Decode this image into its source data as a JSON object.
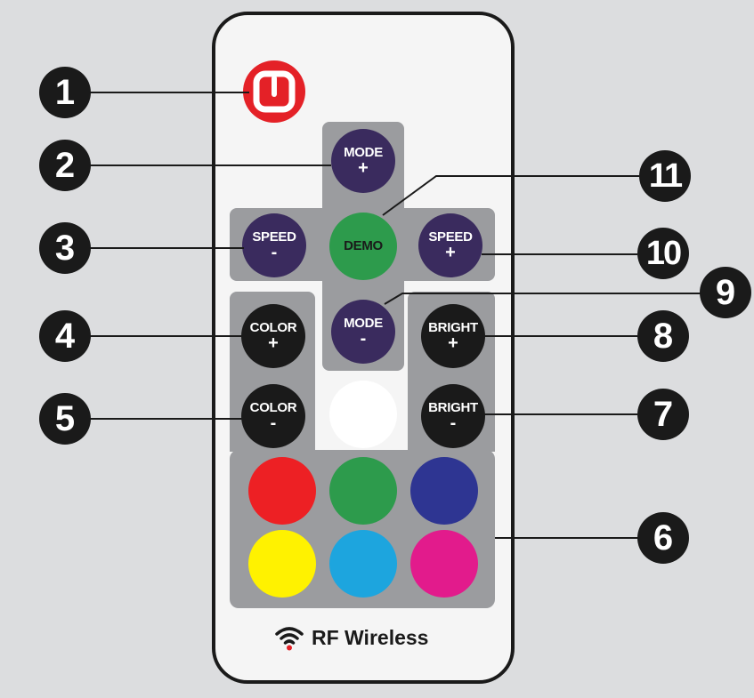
{
  "remote": {
    "power_button": {
      "icon": "power-icon",
      "color": "#e42127"
    },
    "buttons": {
      "mode_plus": {
        "line1": "MODE",
        "line2": "+",
        "color": "#3a2b5e"
      },
      "speed_minus": {
        "line1": "SPEED",
        "line2": "-",
        "color": "#3a2b5e"
      },
      "demo": {
        "line1": "DEMO",
        "line2": "",
        "color": "#2d9b4c"
      },
      "speed_plus": {
        "line1": "SPEED",
        "line2": "+",
        "color": "#3a2b5e"
      },
      "mode_minus": {
        "line1": "MODE",
        "line2": "-",
        "color": "#3a2b5e"
      },
      "color_plus": {
        "line1": "COLOR",
        "line2": "+",
        "color": "#1a1a1a"
      },
      "color_minus": {
        "line1": "COLOR",
        "line2": "-",
        "color": "#1a1a1a"
      },
      "bright_plus": {
        "line1": "BRIGHT",
        "line2": "+",
        "color": "#1a1a1a"
      },
      "bright_minus": {
        "line1": "BRIGHT",
        "line2": "-",
        "color": "#1a1a1a"
      }
    },
    "color_swatches": [
      "#ffffff",
      "#ed2024",
      "#2d9b4c",
      "#2e3592",
      "#fff200",
      "#1da5de",
      "#e21b8c"
    ],
    "footer": {
      "label": "RF Wireless",
      "icon": "wifi-signal-icon"
    }
  },
  "callouts": [
    "1",
    "2",
    "3",
    "4",
    "5",
    "6",
    "7",
    "8",
    "9",
    "10",
    "11"
  ],
  "colors": {
    "background": "#dcdddf",
    "panel": "#9b9c9f",
    "callout": "#1a1a1a"
  }
}
